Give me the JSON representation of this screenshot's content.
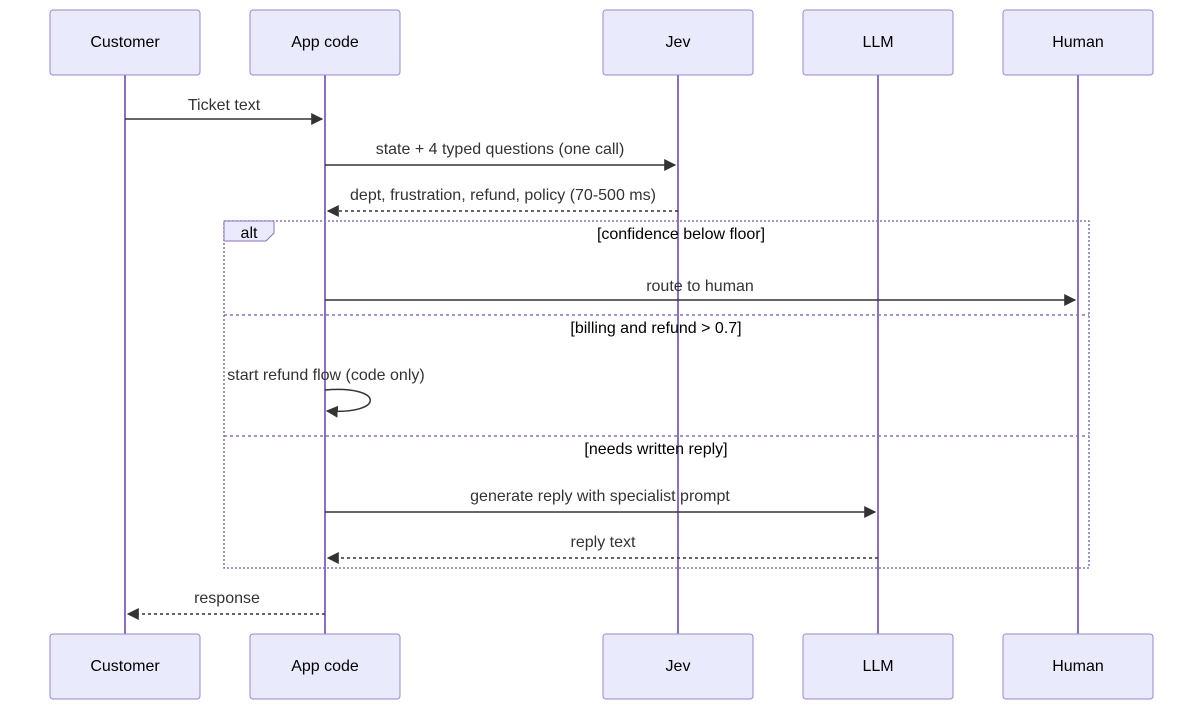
{
  "participants": [
    "Customer",
    "App code",
    "Jev",
    "LLM",
    "Human"
  ],
  "messages": {
    "ticket": "Ticket text",
    "state_questions": "state + 4 typed questions (one call)",
    "jev_answers": "dept, frustration, refund, policy (70-500 ms)",
    "route_human": "route to human",
    "refund_flow": "start refund flow (code only)",
    "generate_reply": "generate reply with specialist prompt",
    "reply_text": "reply text",
    "response": "response"
  },
  "alt": {
    "label": "alt",
    "conditions": [
      "[confidence below floor]",
      "[billing and refund > 0.7]",
      "[needs written reply]"
    ]
  },
  "colors": {
    "actor_fill": "#eaeafd",
    "actor_stroke": "#9b87cf",
    "lifeline": "#8a6fc4",
    "message": "#333333"
  }
}
